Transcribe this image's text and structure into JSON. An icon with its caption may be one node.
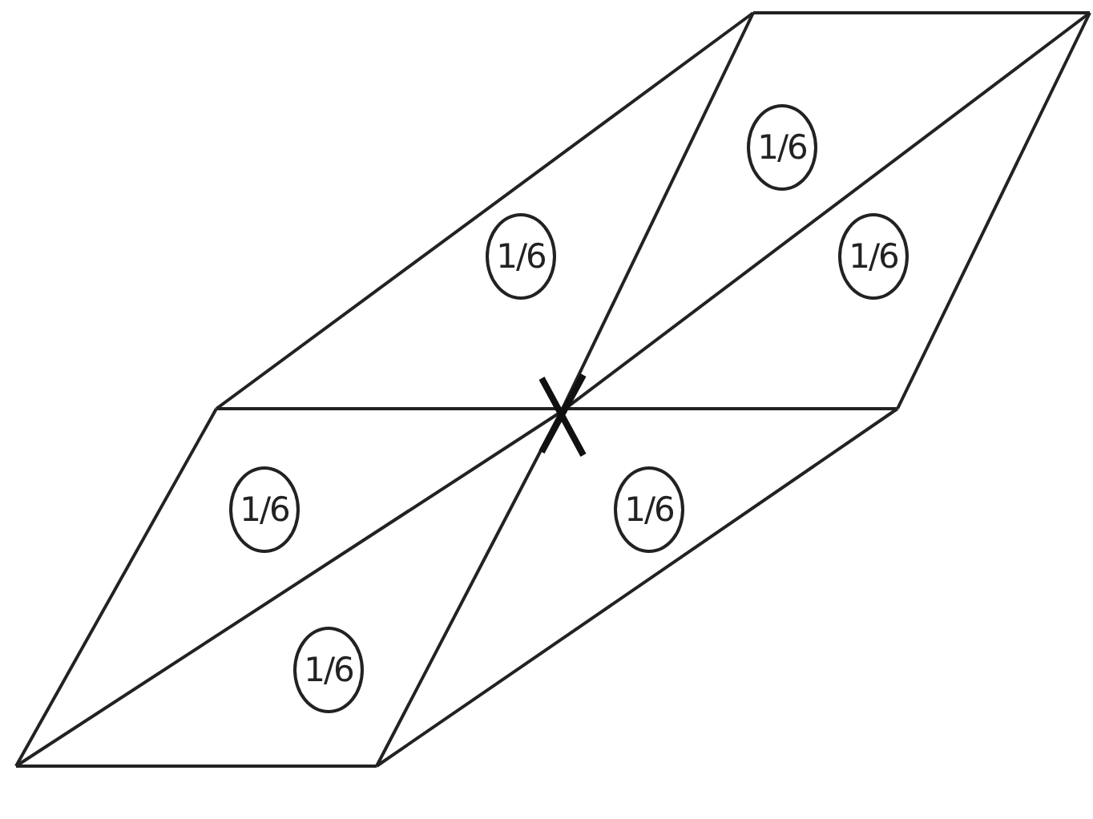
{
  "diagram": {
    "nodes": [
      {
        "text": [
          "1/6"
        ]
      },
      {
        "text": [
          "1/6"
        ]
      },
      {
        "text": [
          "1/6"
        ]
      },
      {
        "text": [
          "1/6"
        ]
      },
      {
        "text": [
          "1/6"
        ]
      },
      {
        "text": [
          "1/6"
        ]
      }
    ]
  }
}
